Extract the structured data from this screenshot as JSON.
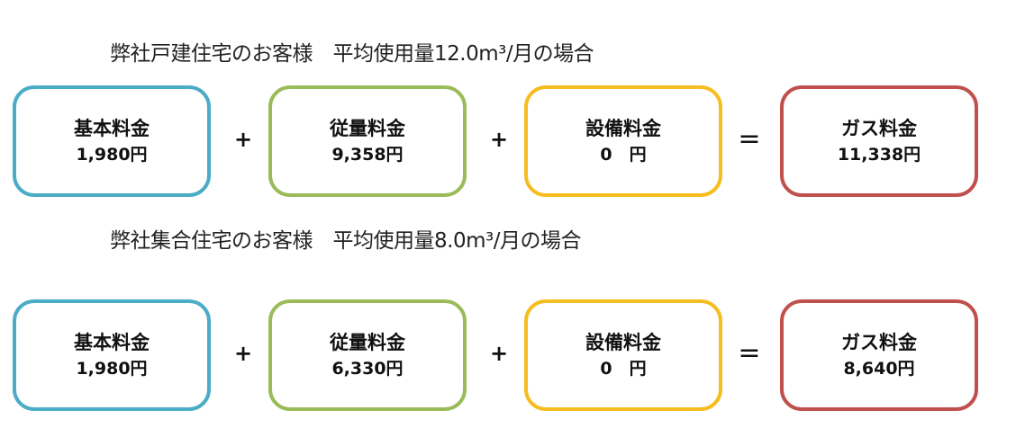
{
  "diagram": {
    "colors": {
      "basic_fee_border": "#4bacc6",
      "usage_fee_border": "#9bbb59",
      "equipment_fee_border": "#f5bd1f",
      "gas_fee_border": "#c0504d"
    },
    "operators": {
      "plus": "+",
      "equals": "="
    },
    "scenarios": [
      {
        "caption": "弊社戸建住宅のお客様　平均使用量12.0m³/月の場合",
        "boxes": [
          {
            "label": "基本料金",
            "value": "1,980円"
          },
          {
            "label": "従量料金",
            "value": "9,358円"
          },
          {
            "label": "設備料金",
            "value": "0　円"
          },
          {
            "label": "ガス料金",
            "value": "11,338円"
          }
        ]
      },
      {
        "caption": "弊社集合住宅のお客様　平均使用量8.0m³/月の場合",
        "boxes": [
          {
            "label": "基本料金",
            "value": "1,980円"
          },
          {
            "label": "従量料金",
            "value": "6,330円"
          },
          {
            "label": "設備料金",
            "value": "0　円"
          },
          {
            "label": "ガス料金",
            "value": "8,640円"
          }
        ]
      }
    ]
  }
}
